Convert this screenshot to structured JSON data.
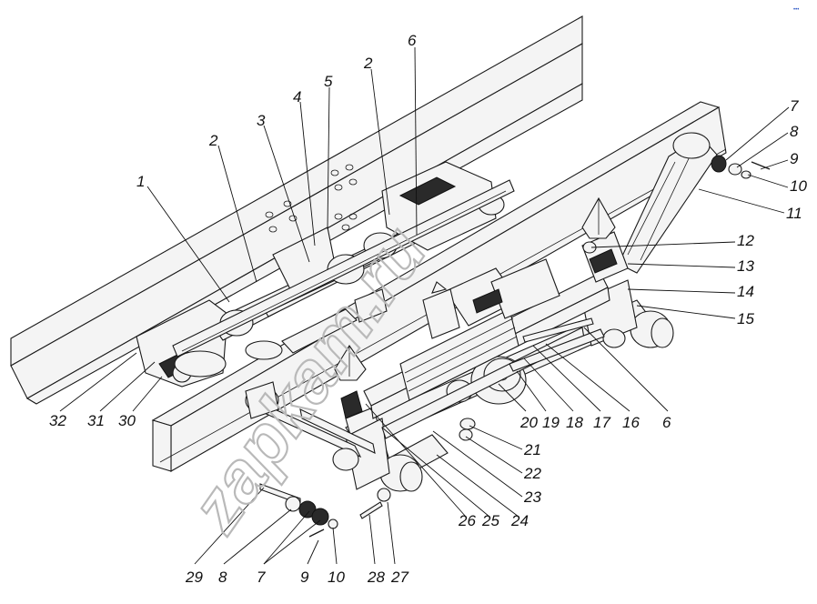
{
  "corner_mark": "•••",
  "watermark": "zapkam.ru",
  "callouts": {
    "c1": "1",
    "c2a": "2",
    "c2b": "2",
    "c3": "3",
    "c4": "4",
    "c5": "5",
    "c6a": "6",
    "c7a": "7",
    "c8a": "8",
    "c9a": "9",
    "c10a": "10",
    "c11": "11",
    "c12": "12",
    "c13": "13",
    "c14": "14",
    "c15": "15",
    "c6b": "6",
    "c16": "16",
    "c17": "17",
    "c18": "18",
    "c19": "19",
    "c20": "20",
    "c21": "21",
    "c22": "22",
    "c23": "23",
    "c24": "24",
    "c25": "25",
    "c26": "26",
    "c27": "27",
    "c28": "28",
    "c10b": "10",
    "c9b": "9",
    "c7b": "7",
    "c8b": "8",
    "c29": "29",
    "c30": "30",
    "c31": "31",
    "c32": "32"
  }
}
